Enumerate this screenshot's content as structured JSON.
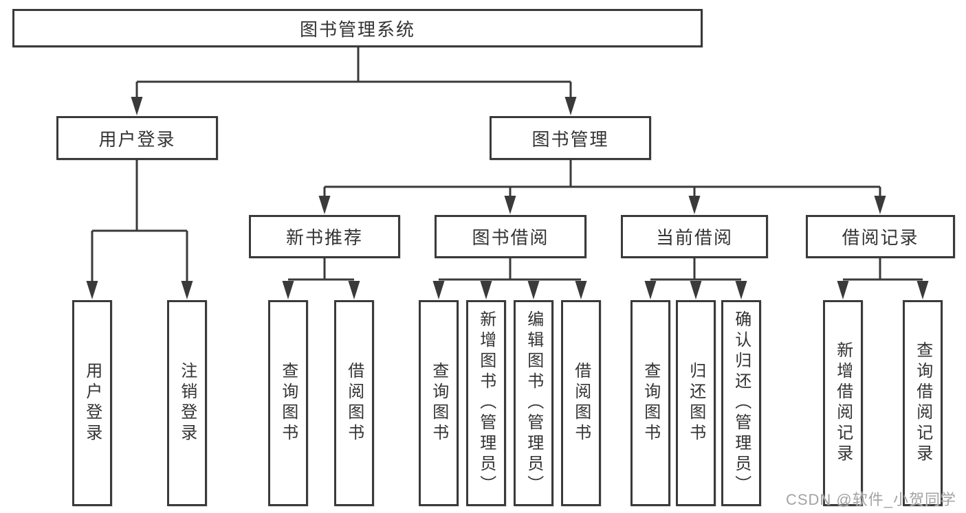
{
  "diagram": {
    "title": "图书管理系统",
    "level2": {
      "user_login": "用户登录",
      "book_management": "图书管理"
    },
    "user_login_children": {
      "login": "用户登录",
      "logout": "注销登录"
    },
    "book_management_children": {
      "new_book_recommendation": "新书推荐",
      "book_borrowing": "图书借阅",
      "current_borrowing": "当前借阅",
      "borrowing_records": "借阅记录"
    },
    "new_book_children": {
      "query_books": "查询图书",
      "borrow_books": "借阅图书"
    },
    "book_borrowing_children": {
      "query_books": "查询图书",
      "add_books_admin": "新增图书（管理员）",
      "edit_books_admin": "编辑图书（管理员）",
      "borrow_books": "借阅图书"
    },
    "current_borrowing_children": {
      "query_books": "查询图书",
      "return_books": "归还图书",
      "confirm_return_admin": "确认归还（管理员）"
    },
    "borrowing_records_children": {
      "add_borrow_record": "新增借阅记录",
      "query_borrow_record": "查询借阅记录"
    }
  },
  "watermark": "CSDN @软件_小贺同学"
}
